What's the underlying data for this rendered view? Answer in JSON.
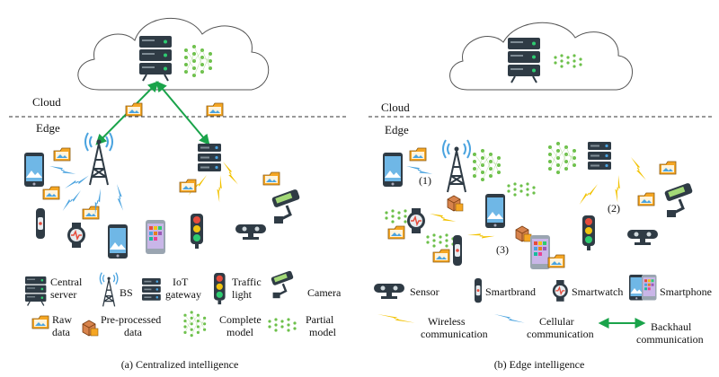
{
  "left": {
    "cloud_label": "Cloud",
    "edge_label": "Edge",
    "caption": "(a) Centralized intelligence"
  },
  "right": {
    "cloud_label": "Cloud",
    "edge_label": "Edge",
    "caption": "(b) Edge intelligence",
    "markers": [
      "(1)",
      "(2)",
      "(3)"
    ]
  },
  "legend_left": {
    "central_server": [
      "Central",
      "server"
    ],
    "bs": "BS",
    "iot_gateway": [
      "IoT",
      "gateway"
    ],
    "traffic_light": [
      "Traffic",
      "light"
    ],
    "camera": "Camera",
    "raw_data": [
      "Raw",
      "data"
    ],
    "preprocessed_data": [
      "Pre-processed",
      "data"
    ],
    "complete_model": [
      "Complete",
      "model"
    ],
    "partial_model": [
      "Partial",
      "model"
    ]
  },
  "legend_right": {
    "sensor": "Sensor",
    "smartbrand": "Smartbrand",
    "smartwatch": "Smartwatch",
    "smartphone": "Smartphone",
    "wireless": [
      "Wireless",
      "communication"
    ],
    "cellular": [
      "Cellular",
      "communication"
    ],
    "backhaul": [
      "Backhaul",
      "communication"
    ]
  },
  "colors": {
    "server": "#2f3b45",
    "server_light": "#4a5a66",
    "server_led": "#2ecc71",
    "link_green": "#1aa34a",
    "wireless_yellow": "#f2c200",
    "cellular_blue": "#4aa3df",
    "folder": "#f5a623",
    "model_green": "#6cc04a",
    "light_red": "#e74c3c",
    "light_yellow": "#f1c40f",
    "light_green": "#2ecc71",
    "phone_screen": "#6fb7e6",
    "cloud_stroke": "#555555"
  }
}
